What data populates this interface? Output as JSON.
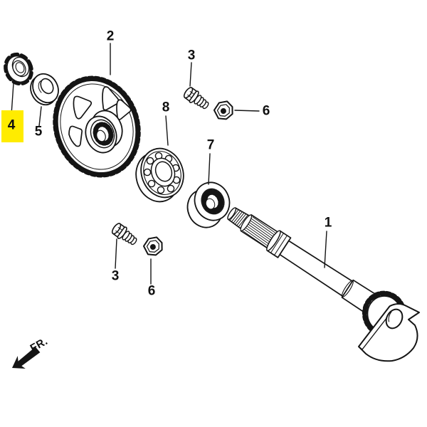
{
  "figure": {
    "background_color": "#ffffff",
    "line_color": "#141414",
    "highlight": {
      "color": "#ffec00",
      "highlighted_callout": "4"
    },
    "fr_indicator": "FR.",
    "callouts": [
      {
        "id": "1",
        "label": "1"
      },
      {
        "id": "2",
        "label": "2"
      },
      {
        "id": "3-upper",
        "label": "3"
      },
      {
        "id": "3-lower",
        "label": "3"
      },
      {
        "id": "4",
        "label": "4"
      },
      {
        "id": "5",
        "label": "5"
      },
      {
        "id": "6-upper",
        "label": "6"
      },
      {
        "id": "6-lower",
        "label": "6"
      },
      {
        "id": "7",
        "label": "7"
      },
      {
        "id": "8",
        "label": "8"
      }
    ]
  }
}
